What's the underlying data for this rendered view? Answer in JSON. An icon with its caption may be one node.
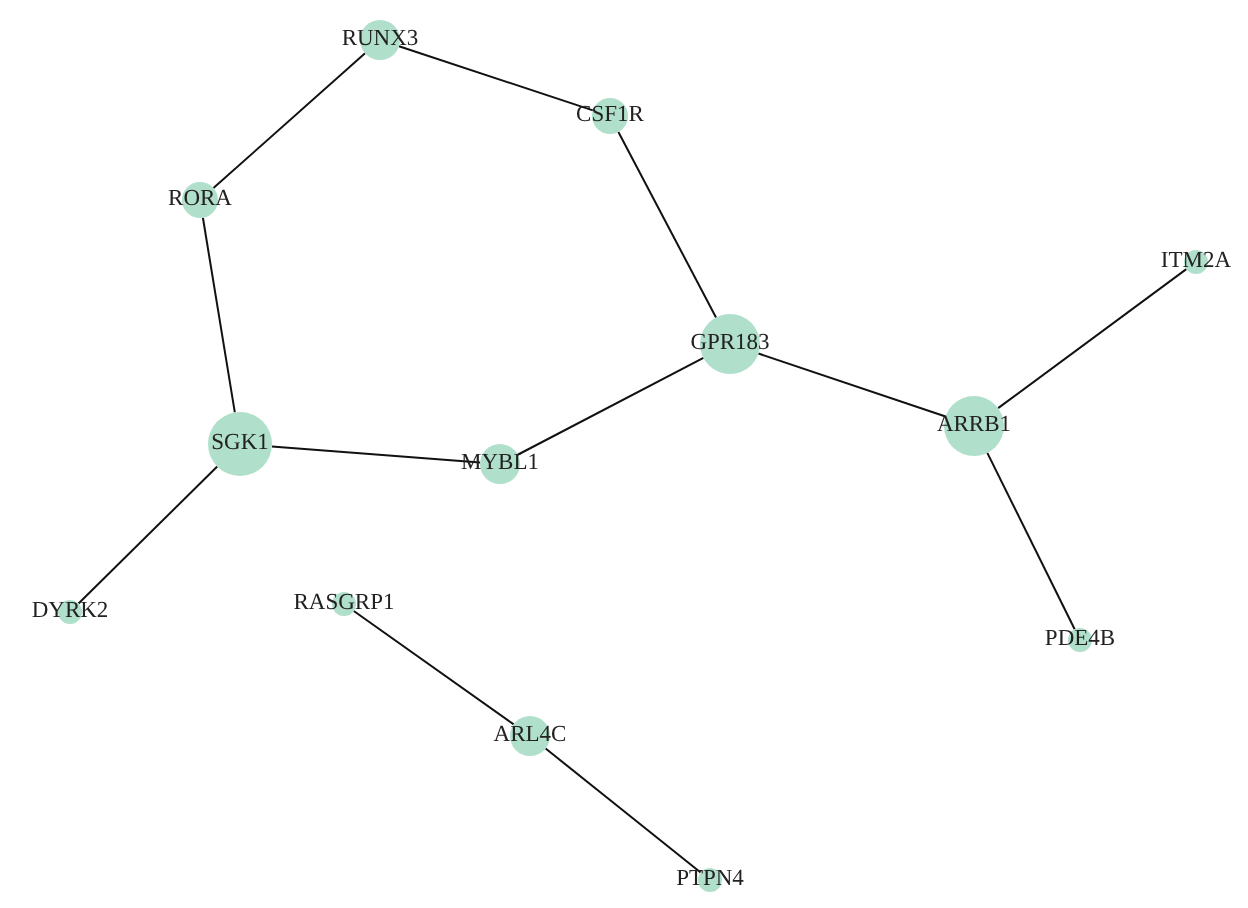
{
  "diagram": {
    "nodes": [
      {
        "text": [
          "RUNX3"
        ]
      },
      {
        "text": [
          "CSF1R"
        ]
      },
      {
        "text": [
          "RORA"
        ]
      },
      {
        "text": [
          "GPR183"
        ]
      },
      {
        "text": [
          "ITM2A"
        ]
      },
      {
        "text": [
          "ARRB1"
        ]
      },
      {
        "text": [
          "SGK1"
        ]
      },
      {
        "text": [
          "MYBL1"
        ]
      },
      {
        "text": [
          "DYRK2"
        ]
      },
      {
        "text": [
          "RASGRP1"
        ]
      },
      {
        "text": [
          "PDE4B"
        ]
      },
      {
        "text": [
          "ARL4C"
        ]
      },
      {
        "text": [
          "PTPN4"
        ]
      }
    ],
    "edges": [
      {
        "from": 0,
        "to": 1,
        "arrow": "none"
      },
      {
        "from": 0,
        "to": 2,
        "arrow": "none"
      },
      {
        "from": 2,
        "to": 6,
        "arrow": "none"
      },
      {
        "from": 1,
        "to": 3,
        "arrow": "none"
      },
      {
        "from": 3,
        "to": 5,
        "arrow": "none"
      },
      {
        "from": 3,
        "to": 7,
        "arrow": "none"
      },
      {
        "from": 6,
        "to": 7,
        "arrow": "none"
      },
      {
        "from": 6,
        "to": 8,
        "arrow": "none"
      },
      {
        "from": 5,
        "to": 4,
        "arrow": "none"
      },
      {
        "from": 5,
        "to": 10,
        "arrow": "none"
      },
      {
        "from": 9,
        "to": 11,
        "arrow": "none"
      },
      {
        "from": 11,
        "to": 12,
        "arrow": "none"
      }
    ]
  }
}
